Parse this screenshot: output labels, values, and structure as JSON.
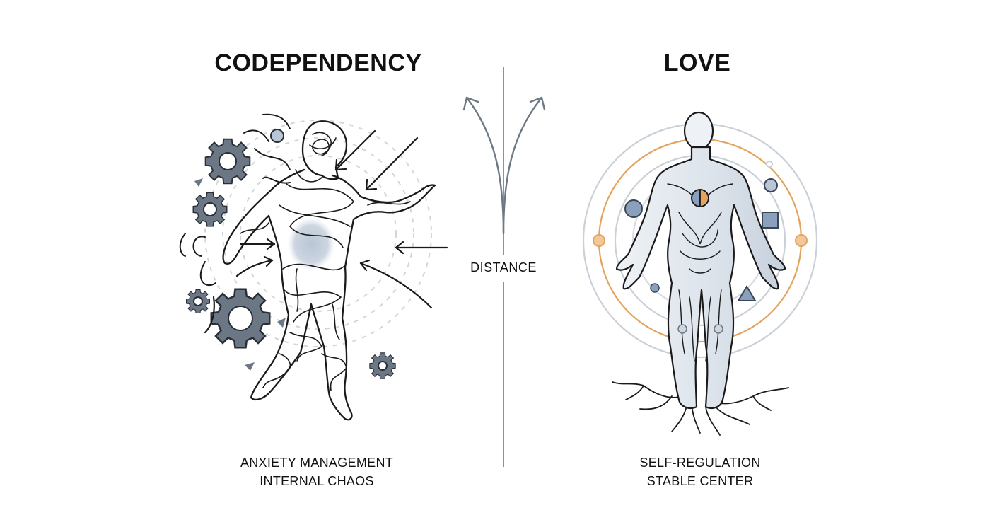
{
  "left_panel": {
    "title": "CODEPENDENCY",
    "caption_line1": "ANXIETY MANAGEMENT",
    "caption_line2": "INTERNAL CHAOS",
    "figure": "tangled-figure-icon"
  },
  "right_panel": {
    "title": "LOVE",
    "caption_line1": "SELF-REGULATION",
    "caption_line2": "STABLE CENTER",
    "figure": "rooted-figure-icon"
  },
  "divider": {
    "label": "DISTANCE"
  },
  "colors": {
    "ink": "#1a1a1a",
    "gear": "#5f6b7a",
    "ring": "#c9d0d8",
    "accent_orange": "#e3a45f",
    "accent_blue": "#8aa0bd",
    "body_fill": "#dfe5ec",
    "divider": "#8a949f"
  }
}
